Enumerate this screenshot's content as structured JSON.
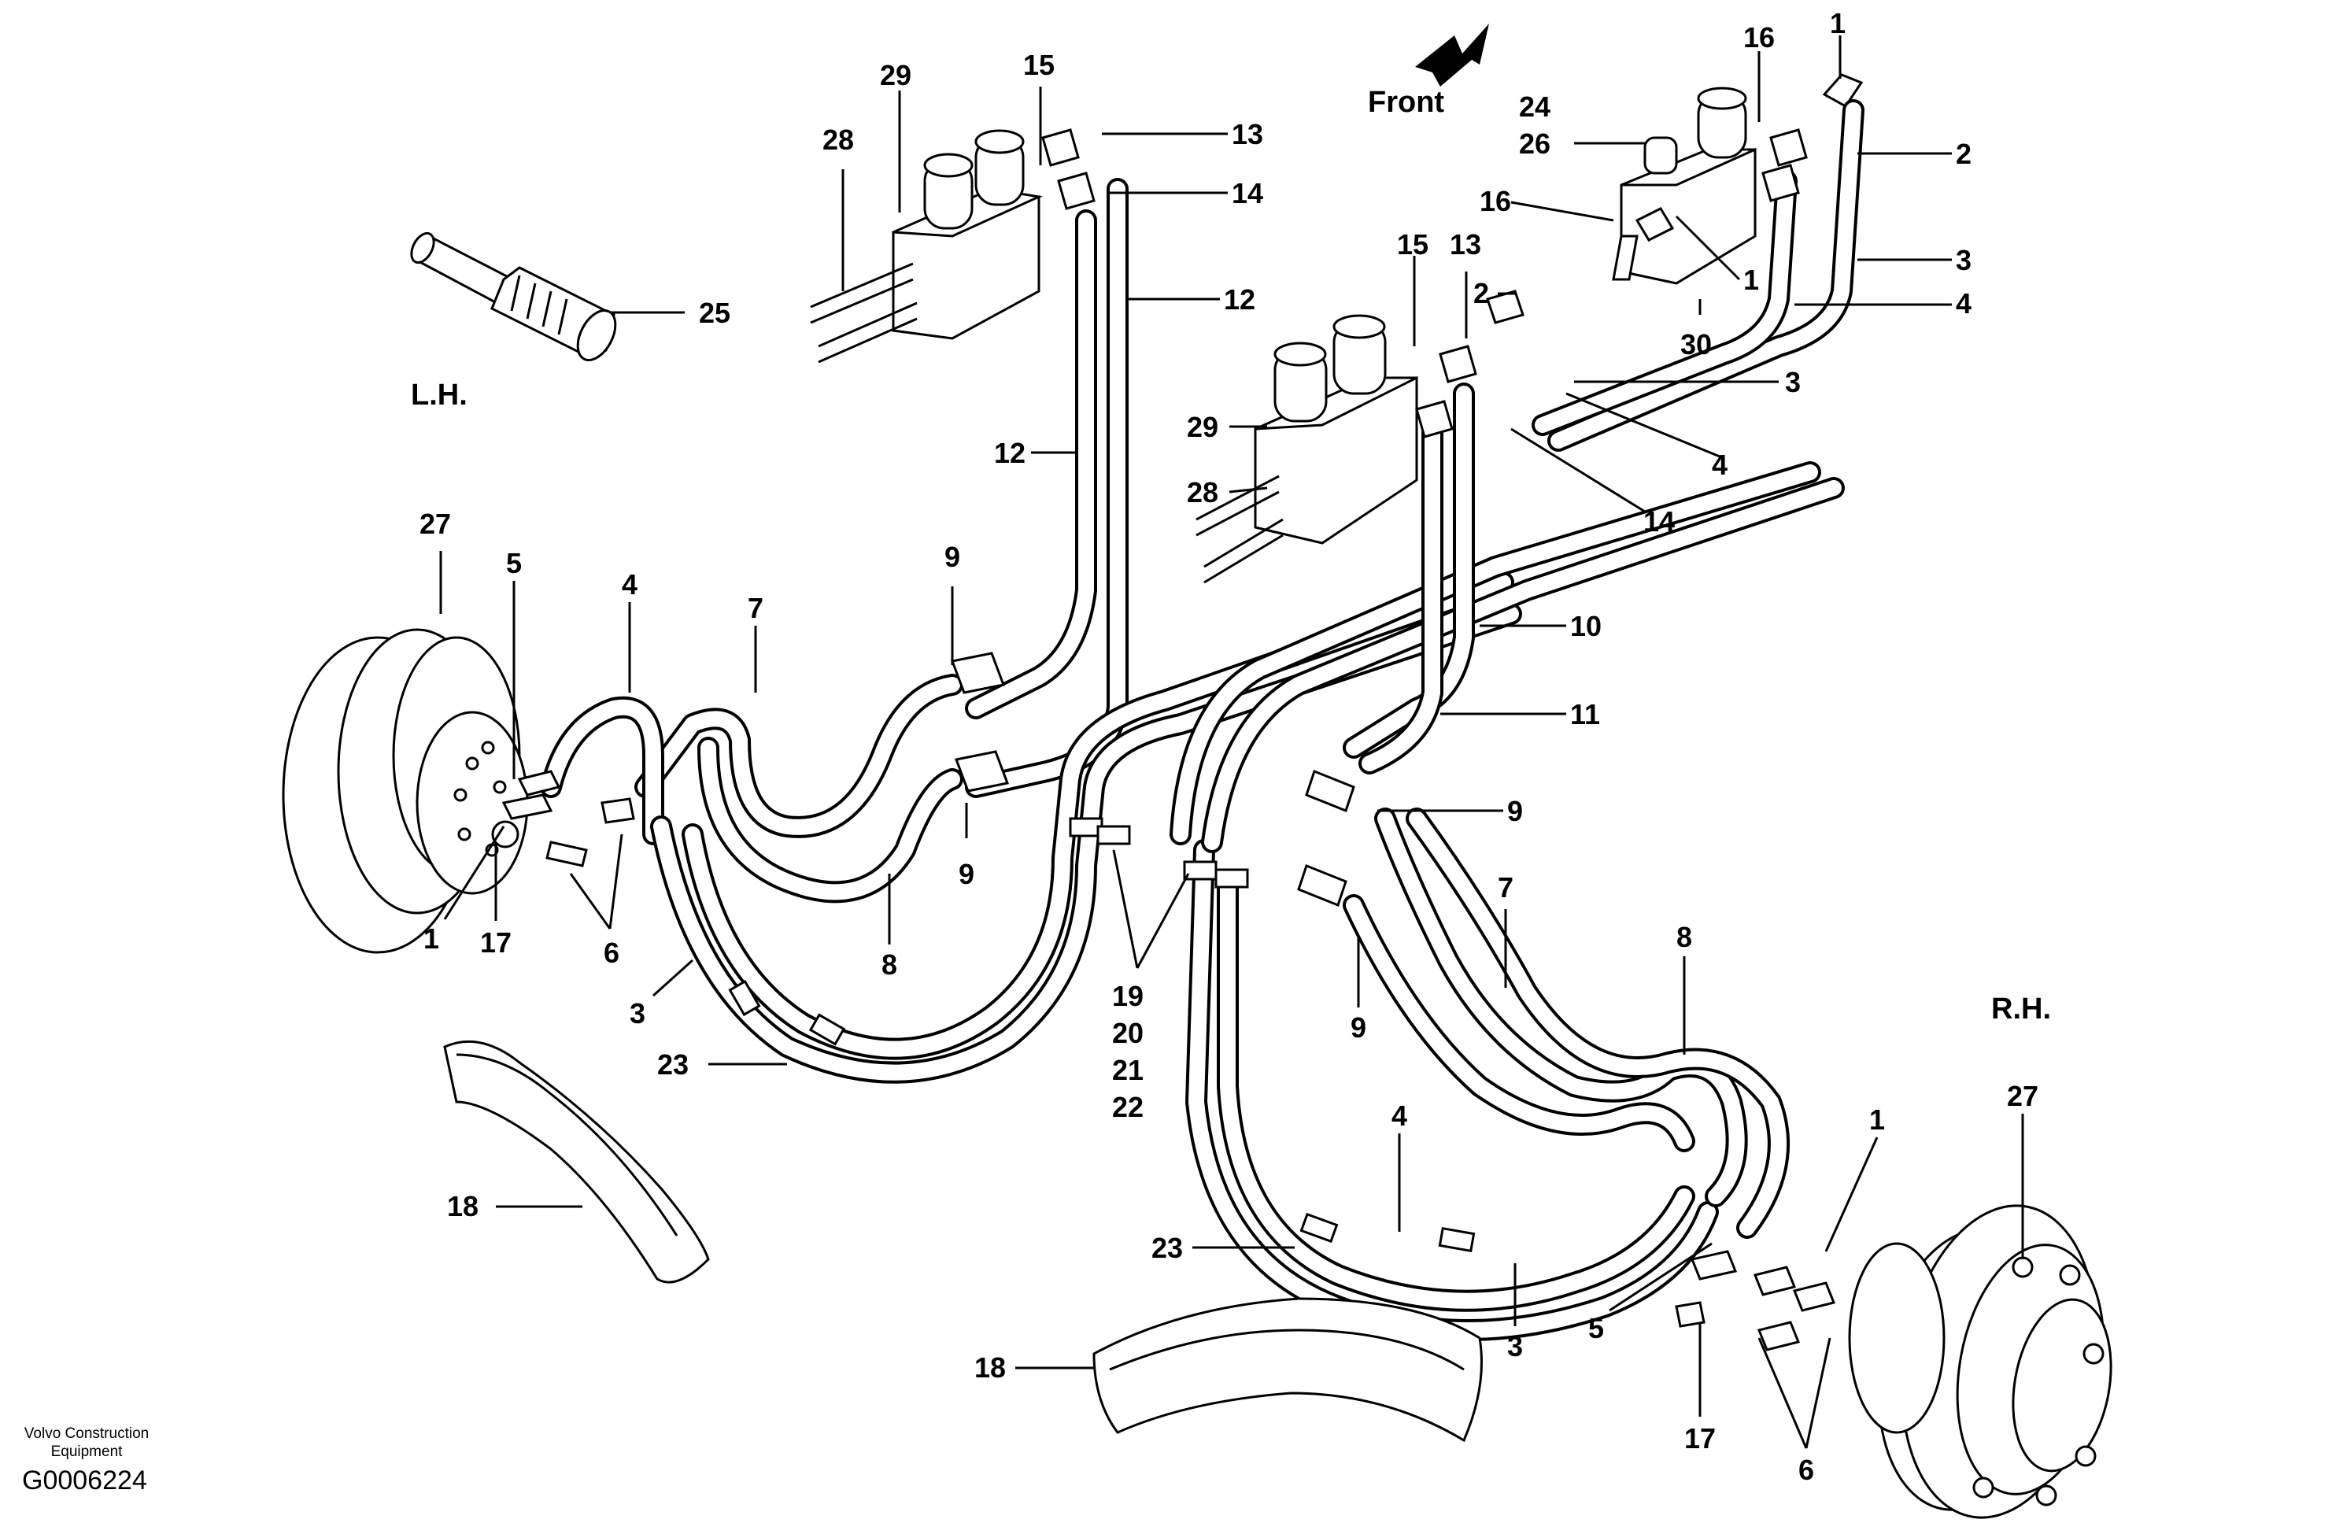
{
  "header": {
    "front_label": "Front"
  },
  "side_labels": {
    "left": "L.H.",
    "right": "R.H."
  },
  "footer": {
    "manufacturer_line1": "Volvo Construction",
    "manufacturer_line2": "Equipment",
    "drawing_code": "G0006224"
  },
  "callouts": {
    "c29a": "29",
    "c15a": "15",
    "c28a": "28",
    "c13a": "13",
    "c14a": "14",
    "c12a": "12",
    "c25": "25",
    "c12b": "12",
    "c27a": "27",
    "c5a": "5",
    "c4a": "4",
    "c7a": "7",
    "c9a": "9",
    "c9b": "9",
    "c8a": "8",
    "c1a": "1",
    "c17a": "17",
    "c6a": "6",
    "c3a": "3",
    "c23a": "23",
    "c18a": "18",
    "c19": "19",
    "c20": "20",
    "c21": "21",
    "c22": "22",
    "c16a": "16",
    "c1b": "1",
    "c24": "24",
    "c26": "26",
    "c2a": "2",
    "c16b": "16",
    "c3b": "3",
    "c1c": "1",
    "c4b": "4",
    "c30": "30",
    "c15b": "15",
    "c13b": "13",
    "c2b": "2",
    "c3c": "3",
    "c29b": "29",
    "c4c": "4",
    "c28b": "28",
    "c14b": "14",
    "c10": "10",
    "c11": "11",
    "c9c": "9",
    "c7b": "7",
    "c8b": "8",
    "c9d": "9",
    "c27b": "27",
    "c4d": "4",
    "c1d": "1",
    "c23b": "23",
    "c5b": "5",
    "c3d": "3",
    "c18b": "18",
    "c17b": "17",
    "c6b": "6"
  }
}
